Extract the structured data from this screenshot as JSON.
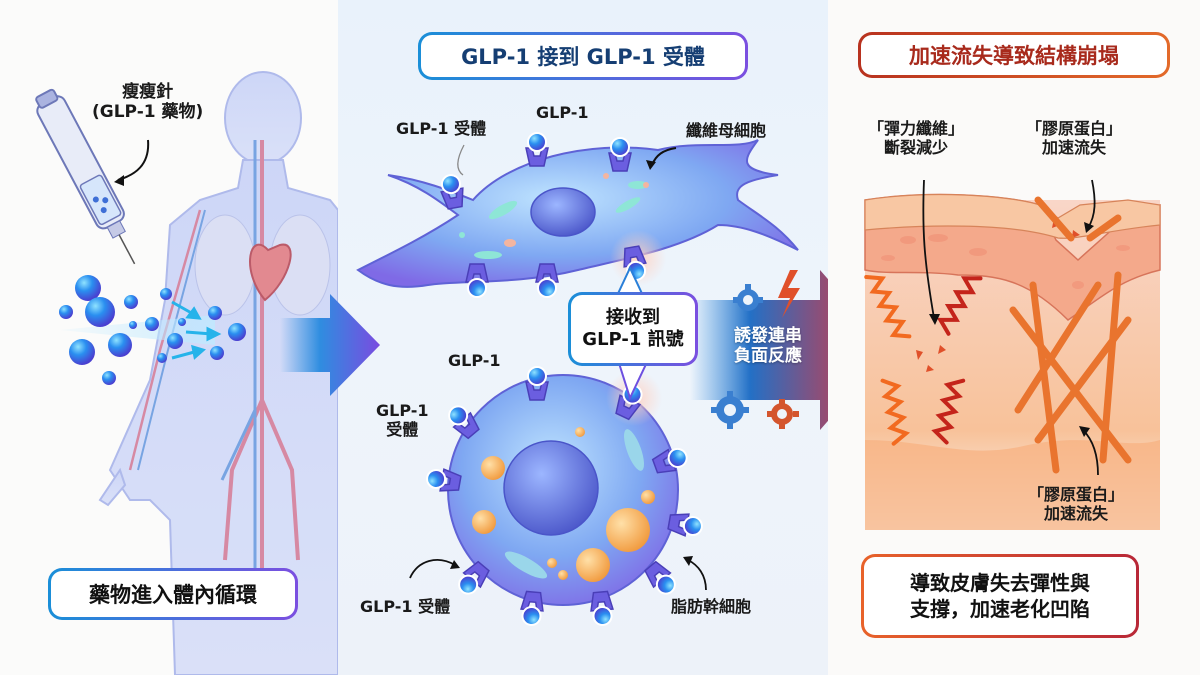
{
  "left_panel": {
    "pen_label_line1": "瘦瘦針",
    "pen_label_line2": "(GLP-1 藥物)",
    "caption": "藥物進入體內循環"
  },
  "middle_panel": {
    "title": "GLP-1 接到 GLP-1 受體",
    "fibroblast": {
      "receptor_label": "GLP-1 受體",
      "ligand_label": "GLP-1",
      "cell_label": "纖維母細胞"
    },
    "signal_bubble": {
      "line1": "接收到",
      "line2": "GLP-1 訊號"
    },
    "stem_cell": {
      "ligand_label": "GLP-1",
      "receptor_label_line1": "GLP-1",
      "receptor_label_line2": "受體",
      "receptor_label_bottom": "GLP-1 受體",
      "cell_label": "脂肪幹細胞"
    }
  },
  "transition_arrow": {
    "line1": "誘發連串",
    "line2": "負面反應"
  },
  "right_panel": {
    "title": "加速流失導致結構崩塌",
    "elastin_label_line1": "「彈力纖維」",
    "elastin_label_line2": "斷裂減少",
    "collagen_top_line1": "「膠原蛋白」",
    "collagen_top_line2": "加速流失",
    "collagen_bottom_line1": "「膠原蛋白」",
    "collagen_bottom_line2": "加速流失",
    "caption_line1": "導致皮膚失去彈性與",
    "caption_line2": "支撐，加速老化凹陷"
  },
  "colors": {
    "blue_accent": "#1a8fd8",
    "purple_accent": "#7b4fe0",
    "red_accent": "#b8321f",
    "orange_accent": "#e8622a",
    "title_blue_text": "#153e73",
    "title_red_text": "#a82a1c"
  }
}
